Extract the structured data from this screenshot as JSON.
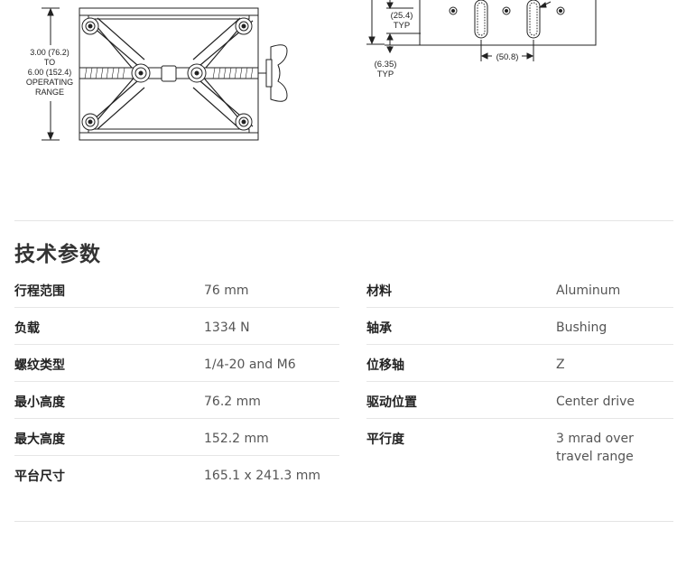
{
  "drawing_left": {
    "range_line1": "3.00 (76.2)",
    "range_line2": "TO",
    "range_line3": "6.00 (152.4)",
    "range_line4": "OPERATING",
    "range_line5": "RANGE"
  },
  "drawing_right": {
    "dim_typ_top_value": "(25.4)",
    "dim_typ_top_label": "TYP",
    "dim_typ_bottom_value": "(6.35)",
    "dim_typ_bottom_label": "TYP",
    "dim_slot_spacing": "(50.8)"
  },
  "specs": {
    "title": "技术参数",
    "left": [
      {
        "label": "行程范围",
        "value": "76 mm"
      },
      {
        "label": "负载",
        "value": "1334 N"
      },
      {
        "label": "螺纹类型",
        "value": "1/4-20 and M6"
      },
      {
        "label": "最小高度",
        "value": "76.2 mm"
      },
      {
        "label": "最大高度",
        "value": "152.2 mm"
      },
      {
        "label": "平台尺寸",
        "value": "165.1 x 241.3 mm"
      }
    ],
    "right": [
      {
        "label": "材料",
        "value": "Aluminum"
      },
      {
        "label": "轴承",
        "value": "Bushing"
      },
      {
        "label": "位移轴",
        "value": "Z"
      },
      {
        "label": "驱动位置",
        "value": "Center drive"
      },
      {
        "label": "平行度",
        "value": "3 mrad over travel range"
      }
    ]
  }
}
